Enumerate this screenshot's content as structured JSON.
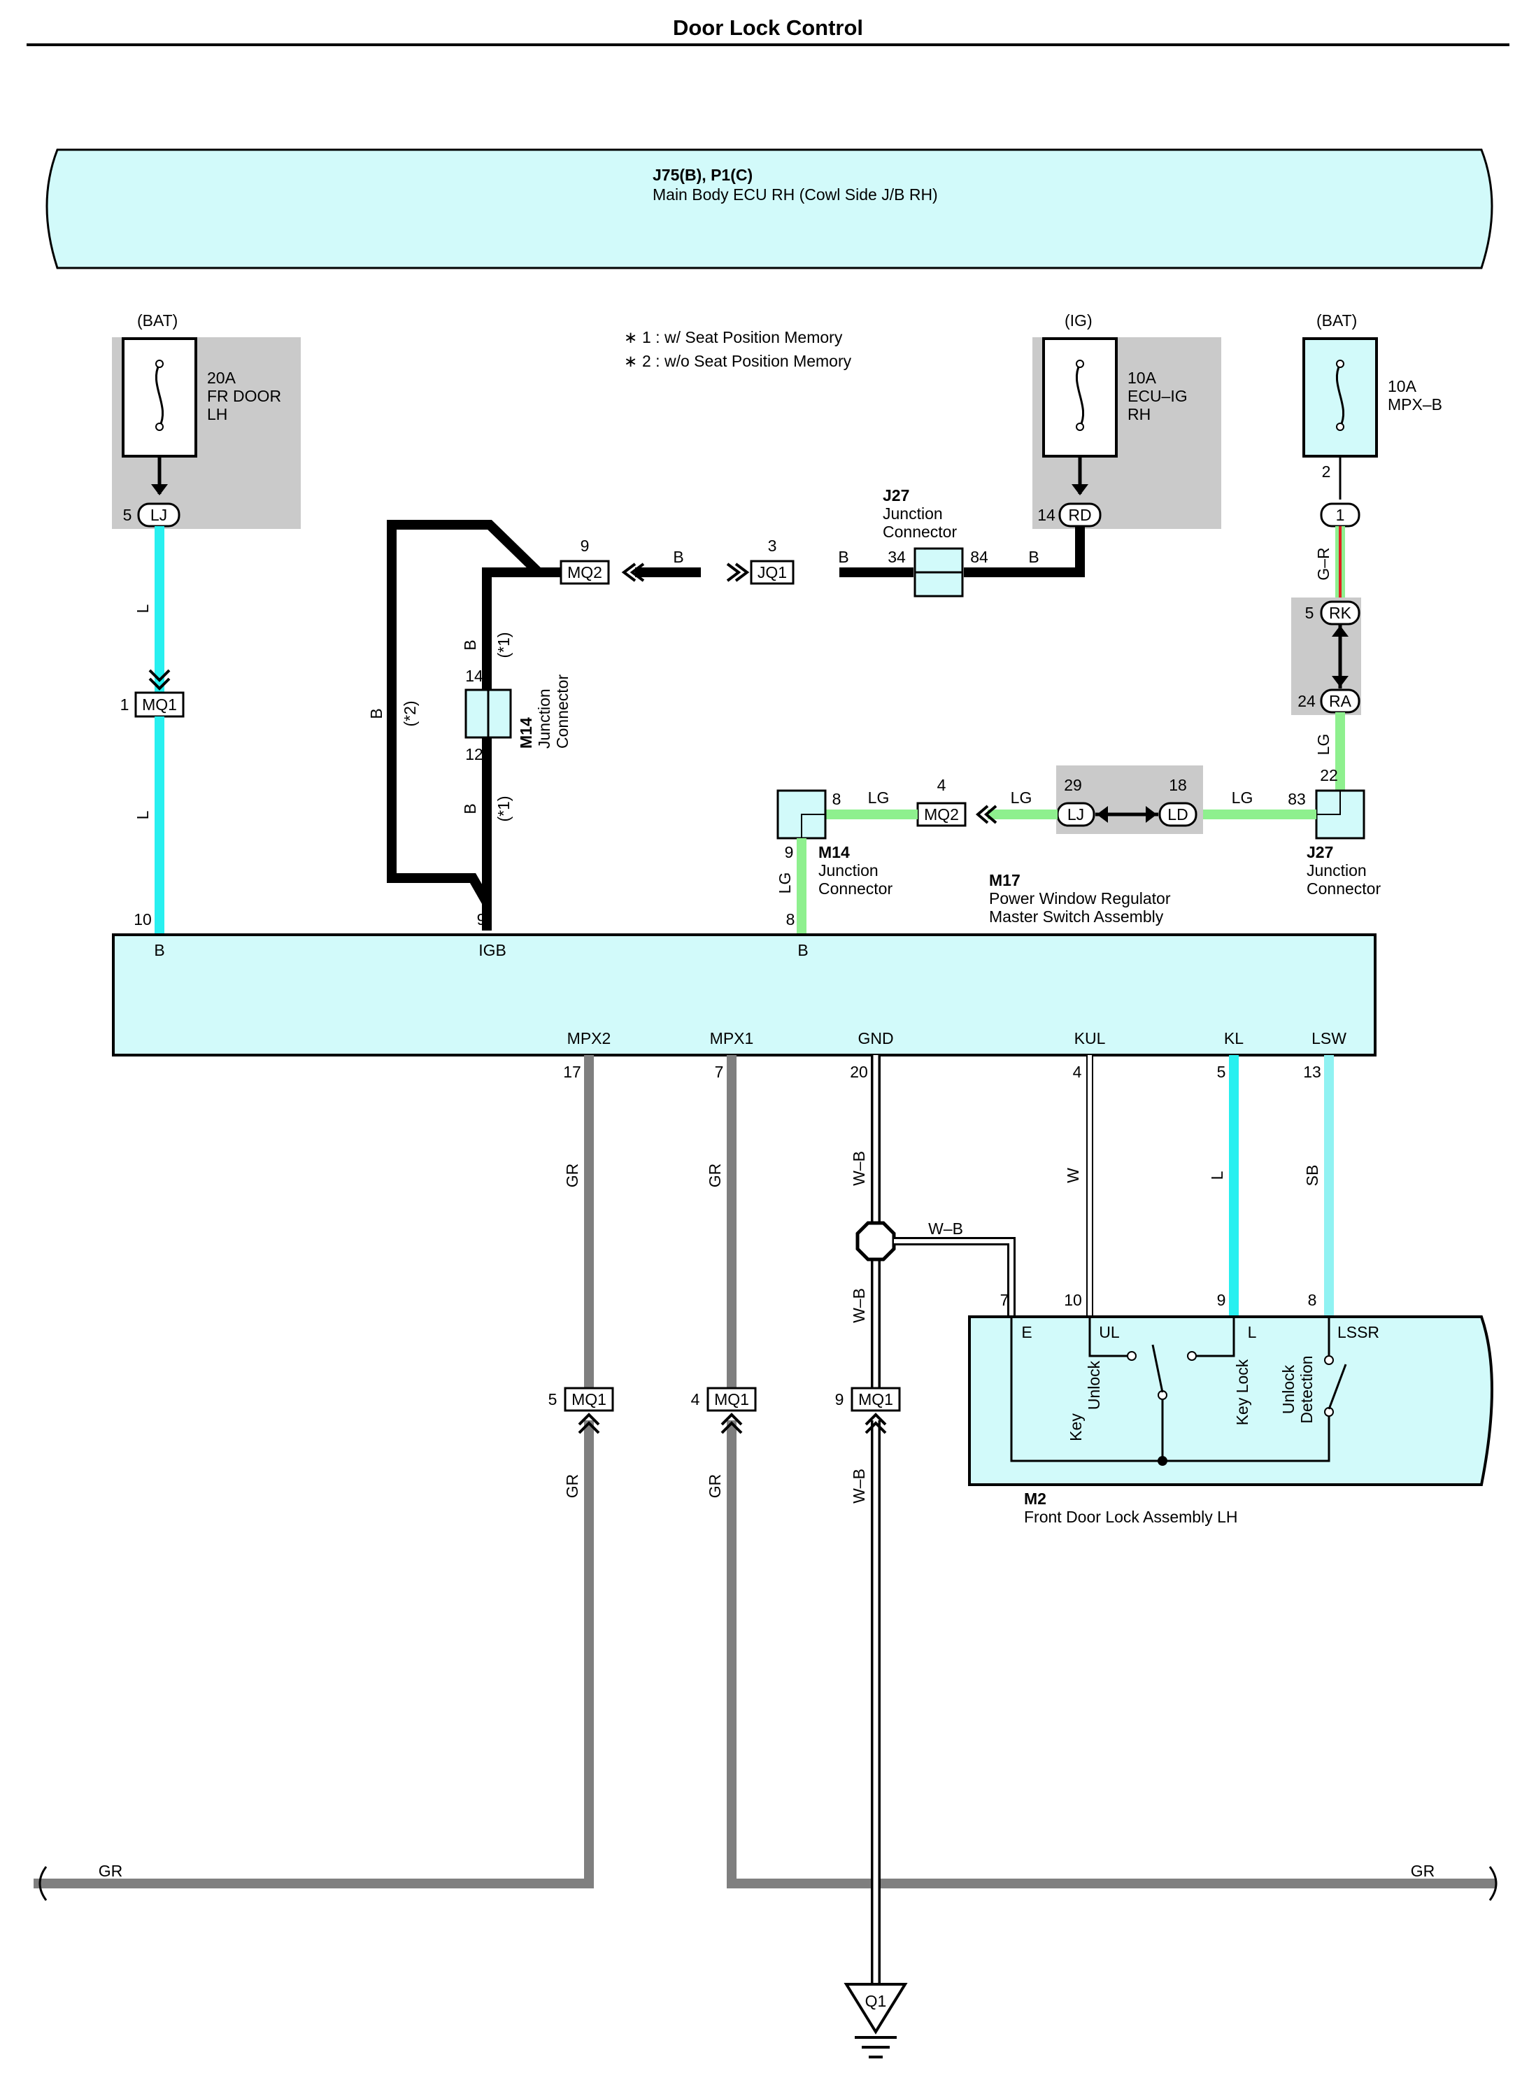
{
  "title": "Door Lock Control",
  "notes": {
    "n1": "1 : w/ Seat Position Memory",
    "n2": "2 : w/o Seat Position Memory",
    "star1": "(*1)",
    "star2": "(*2)"
  },
  "ecu_block": {
    "id": "J75(B), P1(C)",
    "name": "Main Body ECU RH (Cowl Side J/B RH)"
  },
  "power_sources": {
    "bat1": {
      "label": "(BAT)",
      "amp": "20A",
      "name_line1": "FR DOOR",
      "name_line2": "LH",
      "pin": "5",
      "conn": "LJ"
    },
    "ig": {
      "label": "(IG)",
      "amp": "10A",
      "name_line1": "ECU–IG",
      "name_line2": "RH",
      "pin": "14",
      "conn": "RD"
    },
    "bat2": {
      "label": "(BAT)",
      "amp": "10A",
      "name_line1": "MPX–B",
      "pin": "2",
      "conn": "1"
    }
  },
  "connectors": {
    "mq1_left": {
      "pin": "1",
      "name": "MQ1"
    },
    "mq2_top": {
      "pin": "9",
      "name": "MQ2"
    },
    "jq1": {
      "pin": "3",
      "name": "JQ1"
    },
    "j27_top": {
      "id": "J27",
      "line1": "Junction",
      "line2": "Connector",
      "pin_a": "34",
      "pin_b": "84"
    },
    "m14_vert": {
      "id": "M14",
      "line1": "Junction",
      "line2": "Connector",
      "pin_a": "14",
      "pin_b": "12"
    },
    "rk": {
      "pin": "5",
      "name": "RK"
    },
    "ra": {
      "pin": "24",
      "name": "RA"
    },
    "m14_lower": {
      "id": "M14",
      "line1": "Junction",
      "line2": "Connector",
      "pin_a": "8",
      "pin_b": "9"
    },
    "mq2_lower": {
      "pin": "4",
      "name": "MQ2"
    },
    "lj_lower": {
      "pin": "29",
      "name": "LJ"
    },
    "ld_lower": {
      "pin": "18",
      "name": "LD"
    },
    "j27_right": {
      "id": "J27",
      "line1": "Junction",
      "line2": "Connector",
      "pin_a": "22",
      "pin_b": "83"
    },
    "mq1_a": {
      "pin": "5",
      "name": "MQ1"
    },
    "mq1_b": {
      "pin": "4",
      "name": "MQ1"
    },
    "mq1_c": {
      "pin": "9",
      "name": "MQ1"
    },
    "ground": {
      "name": "Q1"
    }
  },
  "wires": {
    "left_l": "L",
    "b": "B",
    "g_r": "G–R",
    "lg": "LG",
    "gr": "GR",
    "w_b": "W–B",
    "w": "W",
    "sb": "SB"
  },
  "master_switch": {
    "id": "M17",
    "line1": "Power Window Regulator",
    "line2": "Master Switch Assembly",
    "top_terms": [
      {
        "pin": "10",
        "term": "B"
      },
      {
        "pin": "9",
        "term": "IGB"
      },
      {
        "pin": "8",
        "term": "B"
      }
    ],
    "bottom_terms": [
      {
        "term": "MPX2",
        "pin": "17"
      },
      {
        "term": "MPX1",
        "pin": "7"
      },
      {
        "term": "GND",
        "pin": "20"
      },
      {
        "term": "KUL",
        "pin": "4"
      },
      {
        "term": "KL",
        "pin": "5"
      },
      {
        "term": "LSW",
        "pin": "13"
      }
    ]
  },
  "door_lock": {
    "id": "M2",
    "name": "Front Door Lock Assembly LH",
    "terms": [
      {
        "pin": "7",
        "term": "E"
      },
      {
        "pin": "10",
        "term": "UL"
      },
      {
        "pin": "9",
        "term": "L"
      },
      {
        "pin": "8",
        "term": "LSSR"
      }
    ],
    "sw_key_unlock_1": "Key",
    "sw_key_unlock_2": "Unlock",
    "sw_key_lock": "Key Lock",
    "sw_unlock_det_1": "Unlock",
    "sw_unlock_det_2": "Detection"
  },
  "colors": {
    "block_fill": "#d2fafa",
    "gray_box": "#cacaca",
    "wire_l": "#28f0f0",
    "wire_lg": "#8ef08e",
    "wire_gr": "#7f7f7f",
    "wire_sb": "#90f2f2",
    "wire_b": "#000000",
    "wire_red": "#e02020"
  }
}
